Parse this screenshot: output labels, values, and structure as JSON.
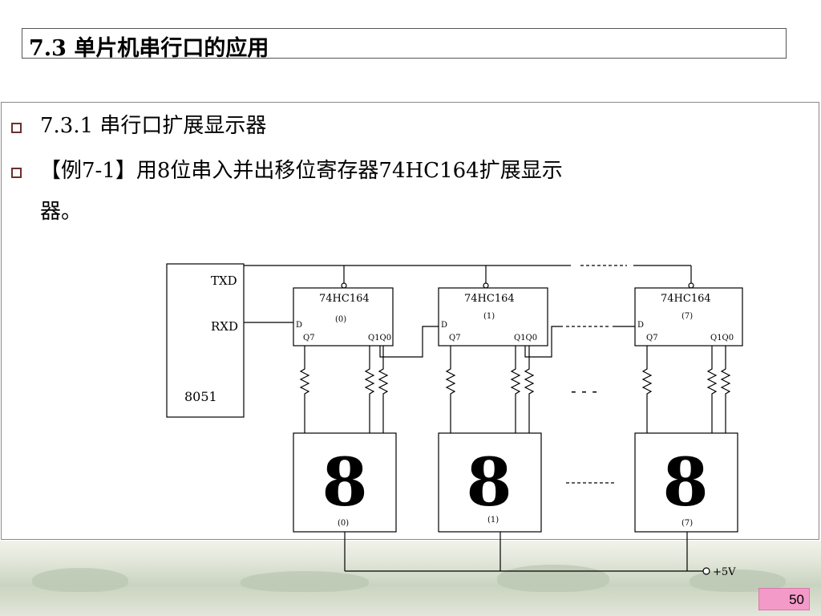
{
  "title": "7.3   单片机串行口的应用",
  "bullets": [
    {
      "line1": "7.3.1   串行口扩展显示器"
    },
    {
      "line1": "【例7-1】用8位串入并出移位寄存器74HC164扩展显示",
      "line2": "器。"
    }
  ],
  "diagram": {
    "mcu": {
      "txd": "TXD",
      "rxd": "RXD",
      "name": "8051"
    },
    "chips": [
      {
        "name": "74HC164",
        "index": "(0)",
        "d": "D",
        "q7": "Q7",
        "q1q0": "Q1Q0"
      },
      {
        "name": "74HC164",
        "index": "(1)",
        "d": "D",
        "q7": "Q7",
        "q1q0": "Q1Q0"
      },
      {
        "name": "74HC164",
        "index": "(7)",
        "d": "D",
        "q7": "Q7",
        "q1q0": "Q1Q0"
      }
    ],
    "displays": [
      {
        "digit": "8",
        "index": "(0)"
      },
      {
        "digit": "8",
        "index": "(1)"
      },
      {
        "digit": "8",
        "index": "(7)"
      }
    ],
    "ellipsis": "- - -",
    "power": "+5V"
  },
  "page_number": "50"
}
